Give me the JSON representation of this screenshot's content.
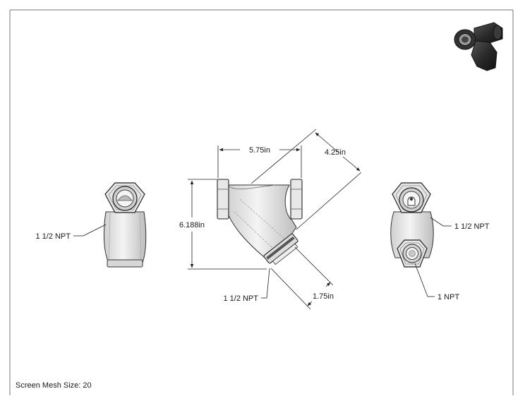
{
  "drawing": {
    "dimensions": {
      "width_top": "5.75in",
      "diagonal": "4.25in",
      "height": "6.188in",
      "cap_offset": "1.75in"
    },
    "callouts": {
      "left_port": "1 1/2 NPT",
      "front_bottom_port": "1 1/2 NPT",
      "right_top_port": "1 1/2 NPT",
      "right_bottom_port": "1 NPT"
    },
    "note": "Screen Mesh Size: 20"
  }
}
